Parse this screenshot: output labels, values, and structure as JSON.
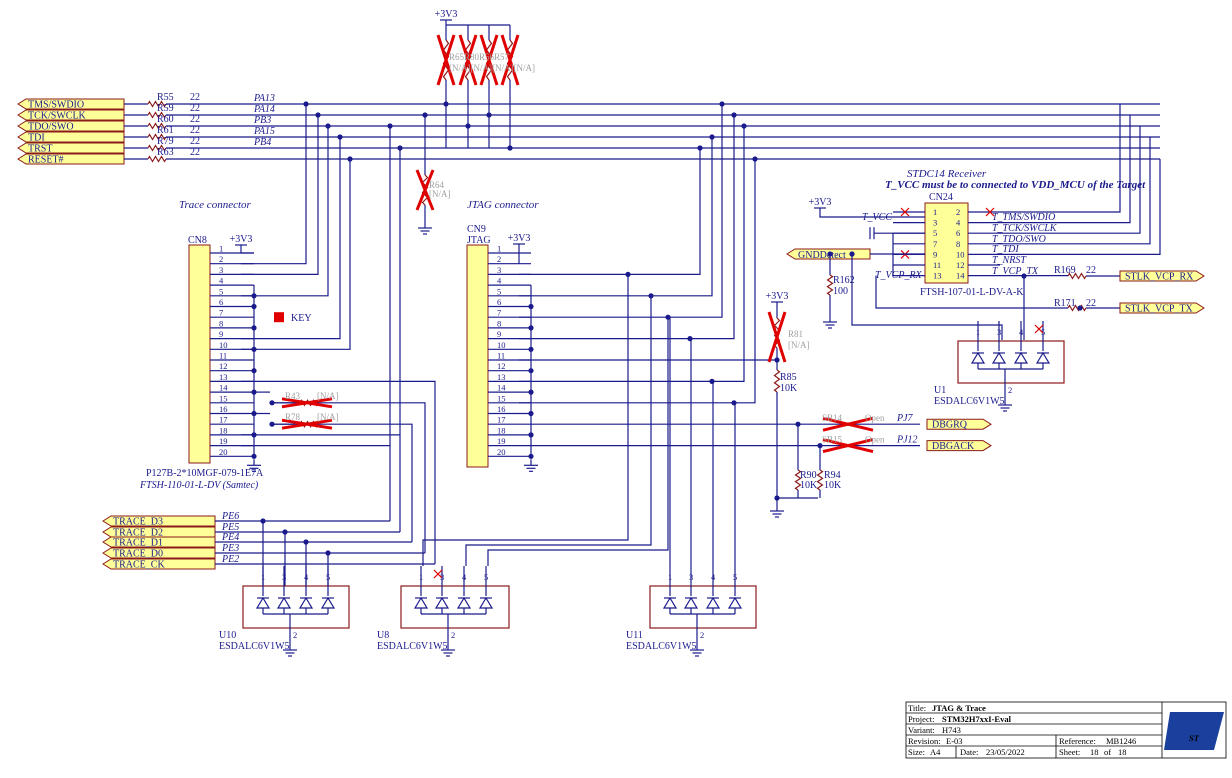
{
  "supply_label": "+3V3",
  "titles": {
    "trace": "Trace connector",
    "jtag": "JTAG connector",
    "stdc": "STDC14 Receiver",
    "stdc_note": "T_VCC must be to connected to VDD_MCU of the Target"
  },
  "ports_left": [
    "TMS/SWDIO",
    "TCK/SWCLK",
    "TDO/SWO",
    "TDI",
    "TRST",
    "RESET#"
  ],
  "series_resistors": [
    {
      "ref": "R55",
      "val": "22",
      "net": "PA13"
    },
    {
      "ref": "R59",
      "val": "22",
      "net": "PA14"
    },
    {
      "ref": "R60",
      "val": "22",
      "net": "PB3"
    },
    {
      "ref": "R61",
      "val": "22",
      "net": "PA15"
    },
    {
      "ref": "R79",
      "val": "22",
      "net": "PB4"
    },
    {
      "ref": "R63",
      "val": "22",
      "net": ""
    }
  ],
  "top_dnp": {
    "refs": "R65R80R56R57",
    "vals": "[N/A][N/A][N/A][N/A]"
  },
  "r64": {
    "ref": "R64",
    "val": "[N/A]"
  },
  "cn8": {
    "ref": "CN8",
    "pins": [
      "1",
      "2",
      "3",
      "4",
      "5",
      "6",
      "7",
      "8",
      "9",
      "10",
      "11",
      "12",
      "13",
      "14",
      "15",
      "16",
      "17",
      "18",
      "19",
      "20"
    ],
    "key": "KEY",
    "part1": "P127B-2*10MGF-079-1E7A",
    "part2": "FTSH-110-01-L-DV (Samtec)"
  },
  "r43": {
    "ref": "R43",
    "val": "[N/A]"
  },
  "r78": {
    "ref": "R78",
    "val": "[N/A]"
  },
  "cn9": {
    "ref": "CN9",
    "name": "JTAG",
    "pins": [
      "1",
      "2",
      "3",
      "4",
      "5",
      "6",
      "7",
      "8",
      "9",
      "10",
      "11",
      "12",
      "13",
      "14",
      "15",
      "16",
      "17",
      "18",
      "19",
      "20"
    ]
  },
  "r81": {
    "ref": "R81",
    "val": "[N/A]"
  },
  "r85": {
    "ref": "R85",
    "val": "10K"
  },
  "r90": {
    "ref": "R90",
    "val": "10K"
  },
  "r94": {
    "ref": "R94",
    "val": "10K"
  },
  "sb_parts": [
    {
      "ref": "SB14",
      "val": "Open",
      "net": "PJ7",
      "port": "DBGRQ"
    },
    {
      "ref": "SB15",
      "val": "Open",
      "net": "PJ12",
      "port": "DBGACK"
    }
  ],
  "cn24": {
    "ref": "CN24",
    "part": "FTSH-107-01-L-DV-A-K",
    "left_pins": [
      "1",
      "3",
      "5",
      "7",
      "9",
      "11",
      "13"
    ],
    "right_pins": [
      "2",
      "4",
      "6",
      "8",
      "10",
      "12",
      "14"
    ],
    "left_nets": [
      "T_VCC",
      "T_VCP_RX"
    ],
    "right_nets": [
      "T_TMS/SWDIO",
      "T_TCK/SWCLK",
      "T_TDO/SWO",
      "T_TDI",
      "T_NRST",
      "T_VCP_TX"
    ]
  },
  "gnd_detect": "GNDDetect",
  "r162": {
    "ref": "R162",
    "val": "100"
  },
  "r169": {
    "ref": "R169",
    "val": "22",
    "port": "STLK_VCP_RX"
  },
  "r171": {
    "ref": "R171",
    "val": "22",
    "port": "STLK_VCP_TX"
  },
  "trace_ports": [
    "TRACE_D3",
    "TRACE_D2",
    "TRACE_D1",
    "TRACE_D0",
    "TRACE_CK"
  ],
  "trace_nets": [
    "PE6",
    "PE5",
    "PE4",
    "PE3",
    "PE2"
  ],
  "esd": [
    {
      "ref": "U10",
      "part": "ESDALC6V1W5"
    },
    {
      "ref": "U8",
      "part": "ESDALC6V1W5"
    },
    {
      "ref": "U11",
      "part": "ESDALC6V1W5"
    },
    {
      "ref": "U1",
      "part": "ESDALC6V1W5"
    }
  ],
  "esd_pins": [
    "1",
    "3",
    "4",
    "5"
  ],
  "esd_gnd_pin": "2",
  "title_block": {
    "title_label": "Title:",
    "title": "JTAG & Trace",
    "project_label": "Project:",
    "project": "STM32H7xxI-Eval",
    "variant_label": "Variant:",
    "variant": "H743",
    "revision_label": "Revision:",
    "revision": "E-03",
    "reference_label": "Reference:",
    "reference": "MB1246",
    "size_label": "Size:",
    "size": "A4",
    "date_label": "Date:",
    "date": "23/05/2022",
    "sheet_label": "Sheet:",
    "sheet": "18",
    "sheet_of": "of",
    "sheet_total": "18"
  },
  "logo": "ST",
  "colors": {
    "wire": "#1a1a8c",
    "part": "#8b1a1a",
    "dnp": "#e00000",
    "port_fill": "#ffff99"
  }
}
